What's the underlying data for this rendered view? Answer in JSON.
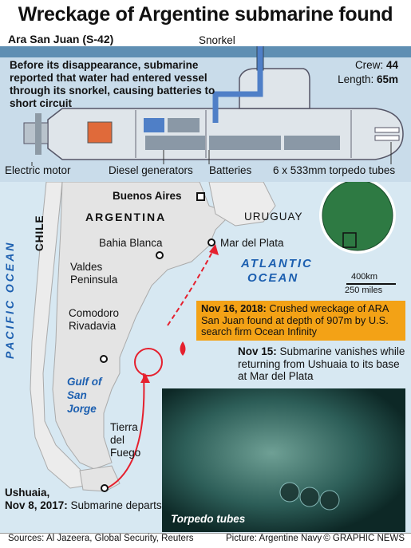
{
  "header": {
    "title": "Wreckage of Argentine submarine found",
    "subtitle": "Ara San Juan (S-42)"
  },
  "sub_info": {
    "description": "Before its disappearance, submarine reported that water had entered vessel through its snorkel, causing batteries to short circuit",
    "crew_label": "Crew:",
    "crew_value": "44",
    "length_label": "Length:",
    "length_value": "65m"
  },
  "sub_labels": {
    "snorkel": "Snorkel",
    "motor": "Electric motor",
    "diesel": "Diesel generators",
    "batteries": "Batteries",
    "torpedo": "6 x 533mm torpedo tubes"
  },
  "map": {
    "argentina": "ARGENTINA",
    "chile": "CHILE",
    "uruguay": "URUGUAY",
    "pacific": "PACIFIC OCEAN",
    "atlantic_1": "ATLANTIC",
    "atlantic_2": "OCEAN",
    "buenos_aires": "Buenos Aires",
    "bahia_blanca": "Bahia Blanca",
    "mar_del_plata": "Mar del Plata",
    "valdes_1": "Valdes",
    "valdes_2": "Peninsula",
    "comodoro_1": "Comodoro",
    "comodoro_2": "Rivadavia",
    "gulf_1": "Gulf of",
    "gulf_2": "San",
    "gulf_3": "Jorge",
    "tierra_1": "Tierra",
    "tierra_2": "del",
    "tierra_3": "Fuego",
    "scale_km": "400km",
    "scale_mi": "250 miles"
  },
  "events": {
    "found_date": "Nov 16, 2018:",
    "found_text": " Crushed wreckage of ARA San Juan found at depth of 907m by U.S. search firm Ocean Infinity",
    "vanish_date": "Nov 15:",
    "vanish_text": " Submarine vanishes while returning from Ushuaia to its base at Mar del Plata",
    "ushuaia_1": "Ushuaia,",
    "depart_date": "Nov 8, 2017:",
    "depart_text": " Submarine departs"
  },
  "photo": {
    "caption": "Torpedo tubes"
  },
  "footer": {
    "sources": "Sources: Al Jazeera, Global Security, Reuters",
    "picture": "Picture: Argentine Navy",
    "credit": "© GRAPHIC NEWS"
  },
  "colors": {
    "sea": "#d7e8f2",
    "land": "#e4e4e4",
    "ocean_text": "#1c5fb0",
    "orange_box": "#f3a216",
    "route": "#e5202e"
  }
}
